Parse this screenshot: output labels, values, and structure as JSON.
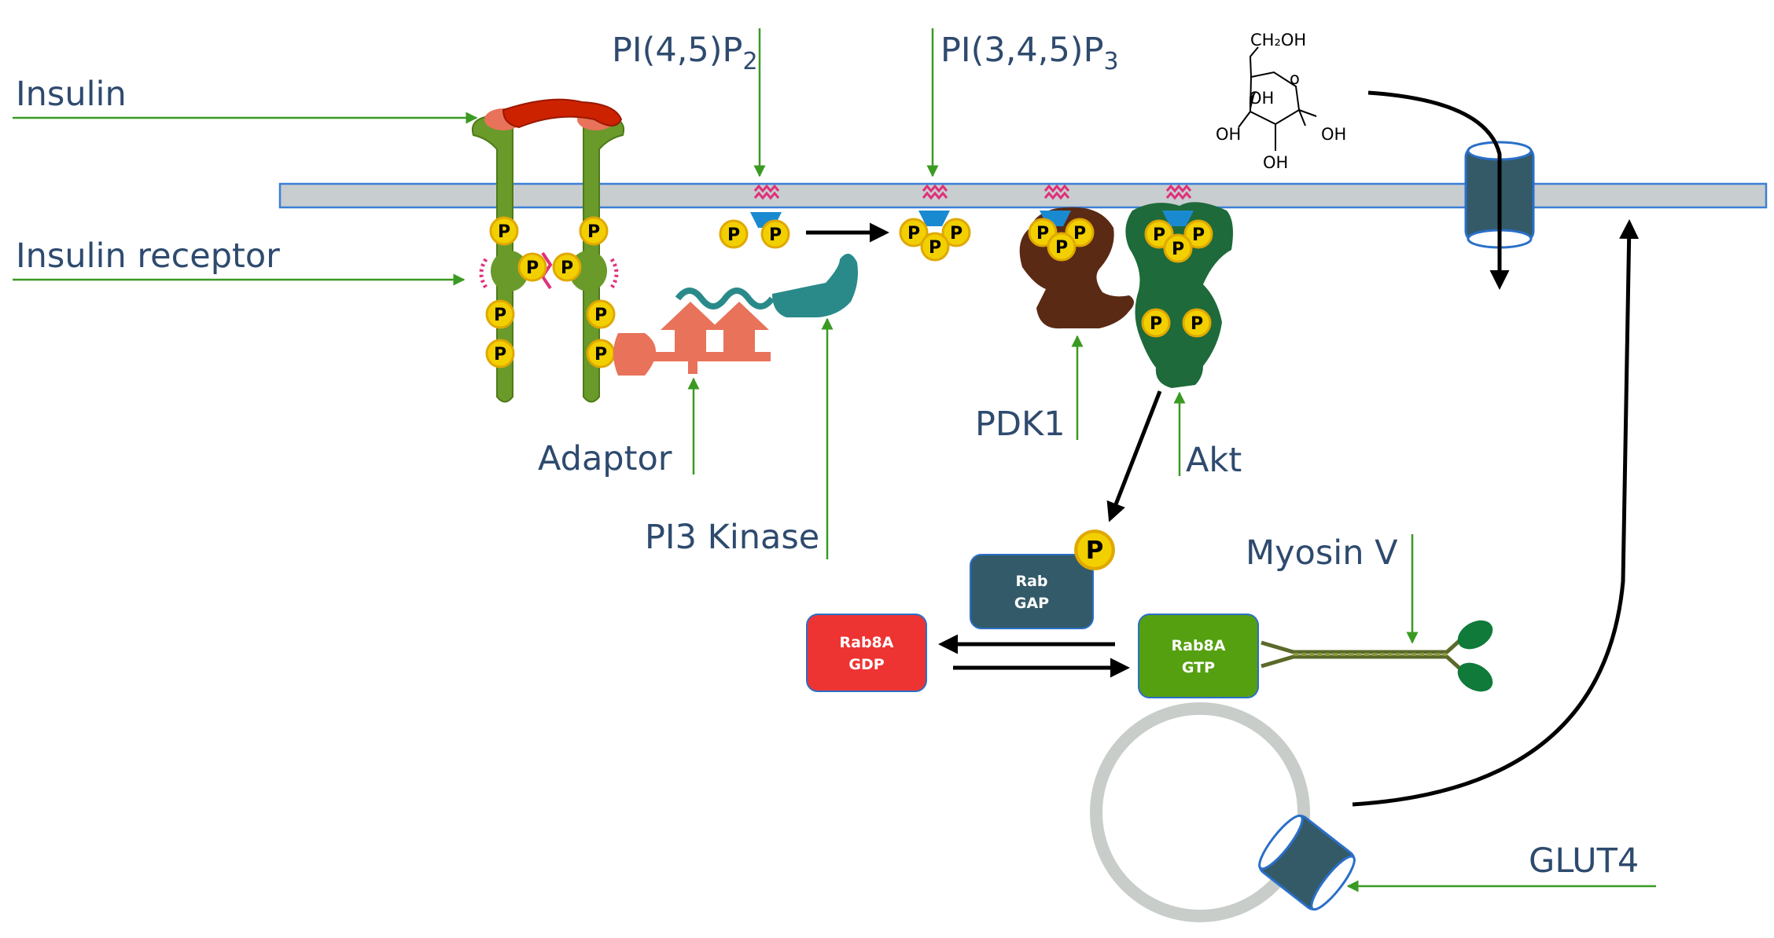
{
  "labels": {
    "insulin": "Insulin",
    "insulin_receptor": "Insulin receptor",
    "pip2_main": "PI(4,5)P",
    "pip2_sub": "2",
    "pip3_main": "PI(3,4,5)P",
    "pip3_sub": "3",
    "adaptor": "Adaptor",
    "pi3_kinase": "PI3 Kinase",
    "pdk1": "PDK1",
    "akt": "Akt",
    "myosin_v": "Myosin V",
    "glut4": "GLUT4"
  },
  "boxes": {
    "rab_gap_line1": "Rab",
    "rab_gap_line2": "GAP",
    "rab8a_gdp_line1": "Rab8A",
    "rab8a_gdp_line2": "GDP",
    "rab8a_gtp_line1": "Rab8A",
    "rab8a_gtp_line2": "GTP"
  },
  "glucose": {
    "ch2oh": "CH₂OH",
    "ring_o": "o",
    "oh_1": "OH",
    "oh_2": "OH",
    "oh_3": "OH",
    "oh_4": "OH"
  },
  "phosphate_label": "P",
  "colors": {
    "label_text": "#2e4a6e",
    "pointer_line": "#3a9a22",
    "membrane_fill": "#c8cdd0",
    "membrane_edge": "#3b7fd6",
    "receptor": "#6a9a2a",
    "phosphate": "#f2d000",
    "adaptor": "#e8725a",
    "pi3k": "#2a8a8a",
    "pdk1": "#5a2a14",
    "akt": "#1e6a3a",
    "rab_gap": "#335a68",
    "rab8a_gdp": "#ee3333",
    "rab8a_gtp": "#55a010",
    "glut4": "#345a68",
    "vesicle": "#c8cdca"
  }
}
